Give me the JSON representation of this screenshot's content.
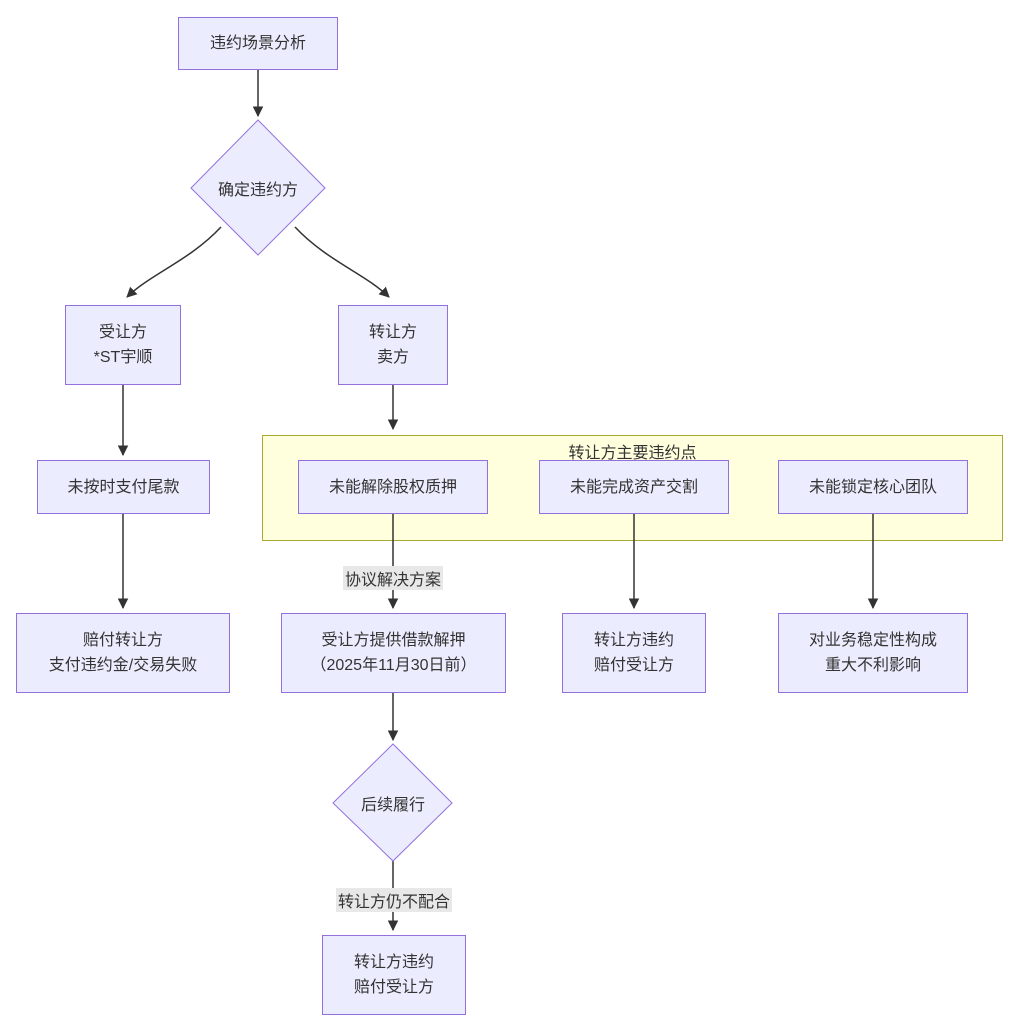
{
  "diagram_type": "flowchart",
  "colors": {
    "node_fill": "#ECECFF",
    "node_border": "#9370DB",
    "subgraph_fill": "#ffffde",
    "subgraph_border": "#aaaa33",
    "edge_color": "#333333",
    "edge_label_bg": "#e8e8e8",
    "text_color": "#333333",
    "background": "#ffffff"
  },
  "nodes": {
    "analysis": "违约场景分析",
    "decision_party": "确定违约方",
    "transferee_l1": "受让方",
    "transferee_l2": "*ST宇顺",
    "transferor_l1": "转让方",
    "transferor_l2": "卖方",
    "late_payment": "未按时支付尾款",
    "pledge": "未能解除股权质押",
    "asset_delivery": "未能完成资产交割",
    "core_team": "未能锁定核心团队",
    "compensate_l1": "赔付转让方",
    "compensate_l2": "支付违约金/交易失败",
    "loan_l1": "受让方提供借款解押",
    "loan_l2": "（2025年11月30日前）",
    "breach_mid_l1": "转让方违约",
    "breach_mid_l2": "赔付受让方",
    "impact_l1": "对业务稳定性构成",
    "impact_l2": "重大不利影响",
    "decision_followup": "后续履行",
    "final_l1": "转让方违约",
    "final_l2": "赔付受让方"
  },
  "subgraph": {
    "title": "转让方主要违约点"
  },
  "edge_labels": {
    "solution": "协议解决方案",
    "noncooperate": "转让方仍不配合"
  }
}
